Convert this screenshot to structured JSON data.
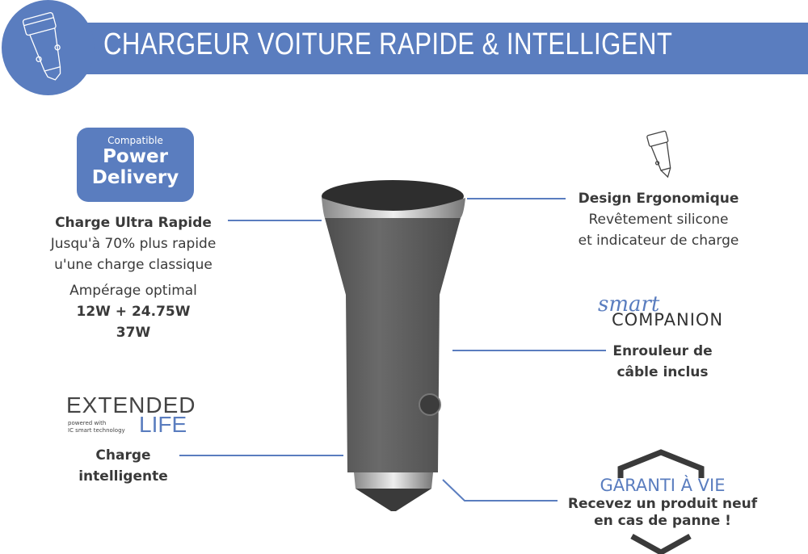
{
  "header": {
    "title": "CHARGEUR VOITURE RAPIDE & INTELLIGENT",
    "icon": "car-charger-icon"
  },
  "badge": {
    "small": "Compatible",
    "line1": "Power",
    "line2": "Delivery"
  },
  "fast_charge": {
    "title": "Charge Ultra Rapide",
    "line1": "Jusqu'à 70% plus rapide",
    "line2": "u'une charge classique",
    "amp_label": "Ampérage optimal",
    "amp1": "12W + 24.75W",
    "amp2": "37W"
  },
  "design": {
    "title": "Design Ergonomique",
    "line1": "Revêtement silicone",
    "line2": "et indicateur de charge"
  },
  "companion": {
    "script": "smart",
    "word": "COMPANION",
    "line1": "Enrouleur de",
    "line2": "câble inclus"
  },
  "extended": {
    "word1": "EXTENDED",
    "sub1": "powered with",
    "sub2": "IC smart technology",
    "word2": "LIFE",
    "line1": "Charge",
    "line2": "intelligente"
  },
  "warranty": {
    "title": "GARANTI À VIE",
    "line1": "Recevez un produit neuf",
    "line2": "en cas de panne !"
  },
  "colors": {
    "accent": "#5a7dbf",
    "text": "#3a3a3a"
  }
}
